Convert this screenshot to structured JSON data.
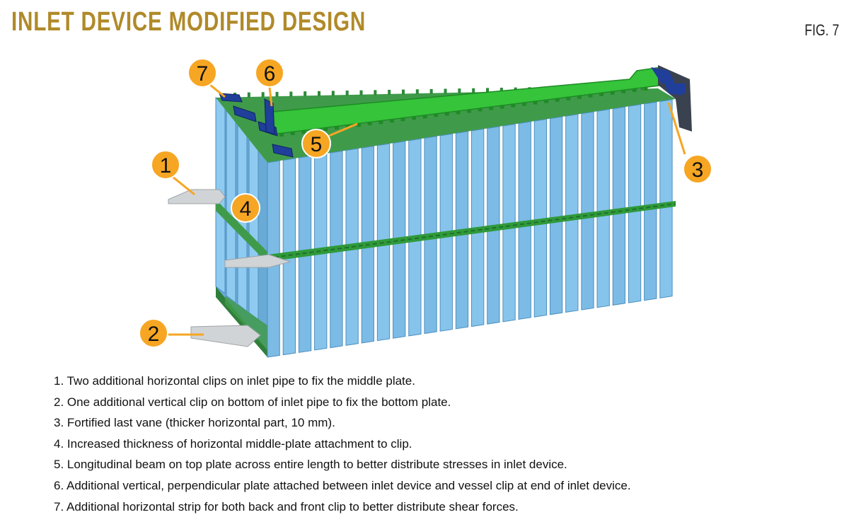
{
  "header": {
    "title": "INLET DEVICE MODIFIED DESIGN",
    "figure_label": "FIG. 7"
  },
  "callouts": [
    {
      "number": "1"
    },
    {
      "number": "2"
    },
    {
      "number": "3"
    },
    {
      "number": "4"
    },
    {
      "number": "5"
    },
    {
      "number": "6"
    },
    {
      "number": "7"
    }
  ],
  "colors": {
    "title": "#b08a2a",
    "vane_blue": "#7fbfe6",
    "vane_blue_dark": "#4e8fbf",
    "plate_green": "#3f9b4a",
    "beam_green": "#35c43a",
    "clip_navy": "#1f3f9a",
    "clip_grey": "#c9ccce",
    "callout_orange": "#f6a623",
    "flange_dark": "#333a44"
  },
  "legend": [
    {
      "num": "1.",
      "text": "Two additional horizontal clips on inlet pipe to fix the middle plate."
    },
    {
      "num": "2.",
      "text": "One additional vertical clip on bottom of inlet pipe to fix the bottom plate."
    },
    {
      "num": "3.",
      "text": "Fortified last vane (thicker horizontal part, 10 mm)."
    },
    {
      "num": "4.",
      "text": "Increased thickness of horizontal middle-plate attachment to clip."
    },
    {
      "num": "5.",
      "text": "Longitudinal beam on top plate across entire length to better distribute stresses in inlet device."
    },
    {
      "num": "6.",
      "text": "Additional vertical, perpendicular plate attached between inlet device and vessel clip at end of inlet device."
    },
    {
      "num": "7.",
      "text": "Additional horizontal strip for both back and front clip to better distribute shear forces."
    }
  ]
}
